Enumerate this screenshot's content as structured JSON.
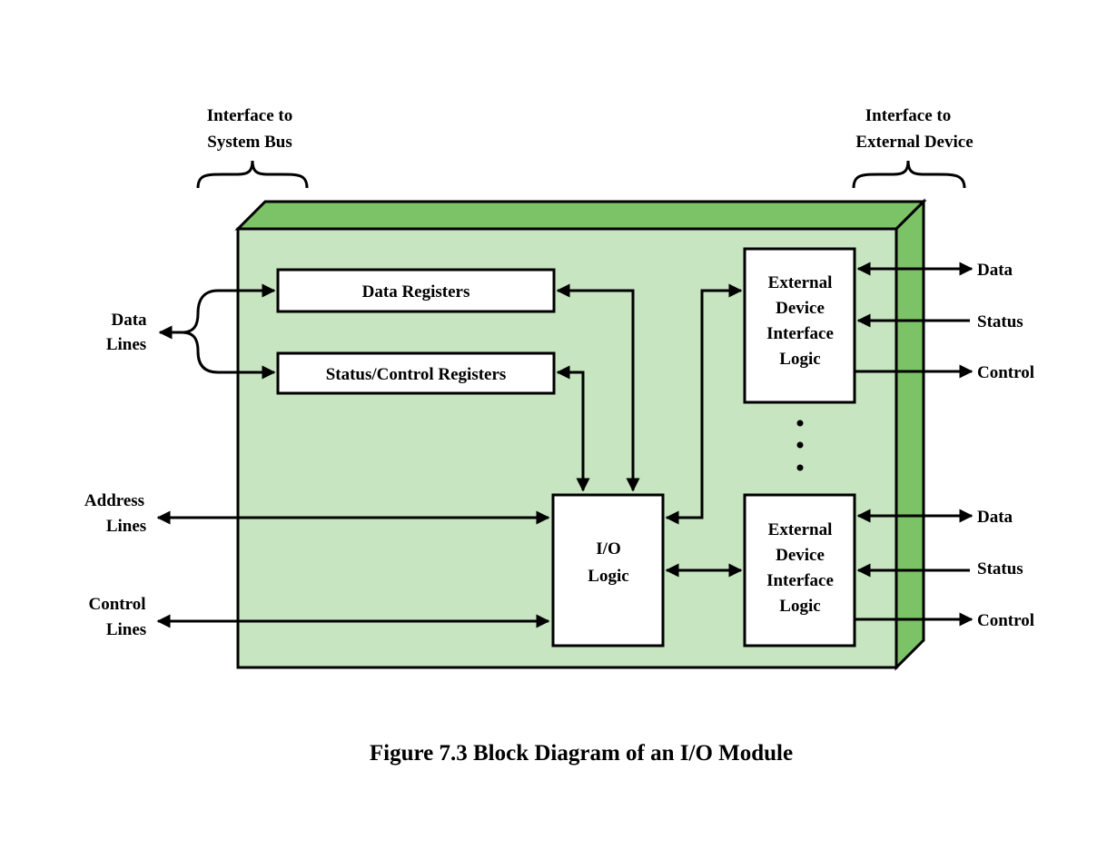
{
  "header": {
    "bus_interface": [
      "Interface to",
      "System Bus"
    ],
    "device_interface": [
      "Interface to",
      "External Device"
    ]
  },
  "left_lines": {
    "data": [
      "Data",
      "Lines"
    ],
    "address": [
      "Address",
      "Lines"
    ],
    "control": [
      "Control",
      "Lines"
    ]
  },
  "module": {
    "data_registers": "Data Registers",
    "status_control_registers": "Status/Control Registers",
    "io_logic": [
      "I/O",
      "Logic"
    ],
    "device_logic_top": [
      "External",
      "Device",
      "Interface",
      "Logic"
    ],
    "device_logic_bottom": [
      "External",
      "Device",
      "Interface",
      "Logic"
    ],
    "ellipsis": "⋮"
  },
  "right_signals": {
    "top": {
      "data": "Data",
      "status": "Status",
      "control": "Control"
    },
    "bottom": {
      "data": "Data",
      "status": "Status",
      "control": "Control"
    }
  },
  "caption": "Figure 7.3  Block Diagram of an I/O Module",
  "colors": {
    "module_face": "#c6e5c0",
    "module_edge": "#7cc266",
    "outline": "#000000"
  }
}
